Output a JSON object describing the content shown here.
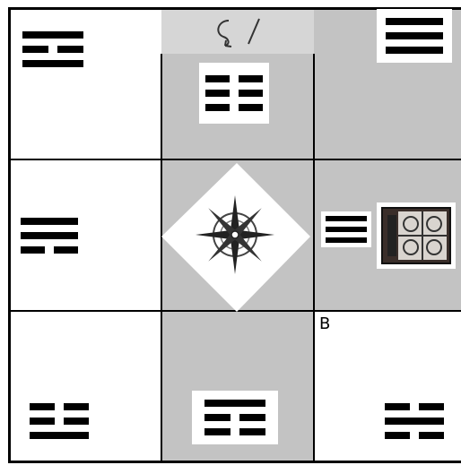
{
  "diagram": {
    "colors": {
      "shaded": "#c3c3c3",
      "white": "#ffffff",
      "ink": "#000000",
      "header": "#d6d6d6"
    },
    "header_tab": {
      "icons": [
        "curved-arrow-icon",
        "slash-icon"
      ]
    },
    "corner_label": "B",
    "cells": [
      {
        "id": "top-left",
        "shaded": false,
        "trigram": [
          1,
          0,
          1
        ]
      },
      {
        "id": "top-center",
        "shaded": true,
        "trigram": [
          0,
          0,
          0
        ]
      },
      {
        "id": "top-right",
        "shaded": true,
        "trigram": [
          1,
          1,
          1
        ]
      },
      {
        "id": "middle-left",
        "shaded": false,
        "trigram": [
          1,
          1,
          0
        ]
      },
      {
        "id": "center",
        "shaded": true,
        "icon": "compass-rose-icon"
      },
      {
        "id": "middle-right",
        "shaded": true,
        "trigram": [
          1,
          1,
          1
        ],
        "icon": "gas-stove-icon"
      },
      {
        "id": "bottom-left",
        "shaded": false,
        "trigram": [
          0,
          0,
          1
        ]
      },
      {
        "id": "bottom-center",
        "shaded": true,
        "trigram": [
          1,
          0,
          0
        ]
      },
      {
        "id": "bottom-right",
        "shaded": false,
        "trigram": [
          0,
          1,
          0
        ]
      }
    ]
  }
}
